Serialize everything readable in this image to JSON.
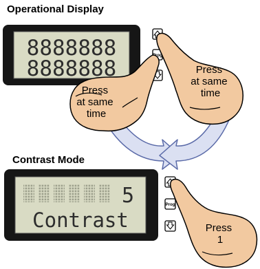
{
  "sections": {
    "top": {
      "title": "Operational Display",
      "lcd_lines": [
        "8888888",
        "8888888"
      ],
      "buttons": {
        "up_icon": "up-arrow-icon",
        "prog_label": "Prog",
        "down_icon": "down-arrow-icon"
      },
      "left_hand_label": [
        "Press",
        "at same",
        "time"
      ],
      "right_hand_label": [
        "Press",
        "at same",
        "time"
      ]
    },
    "bottom": {
      "title": "Contrast Mode",
      "lcd_digit": "5",
      "lcd_word": "Contrast",
      "buttons": {
        "up_icon": "up-arrow-icon",
        "prog_label": "Prog",
        "down_icon": "down-arrow-icon"
      },
      "hand_label": [
        "Press",
        "1"
      ]
    }
  },
  "colors": {
    "lcd_bg": "#d9dbc4",
    "lcd_frame": "#161616",
    "segment": "#2d2d2d",
    "skin": "#f2c9a0",
    "skin_shadow": "#d9a878",
    "arrow_fill": "#dbe0f2",
    "arrow_stroke": "#5a6aa8"
  }
}
